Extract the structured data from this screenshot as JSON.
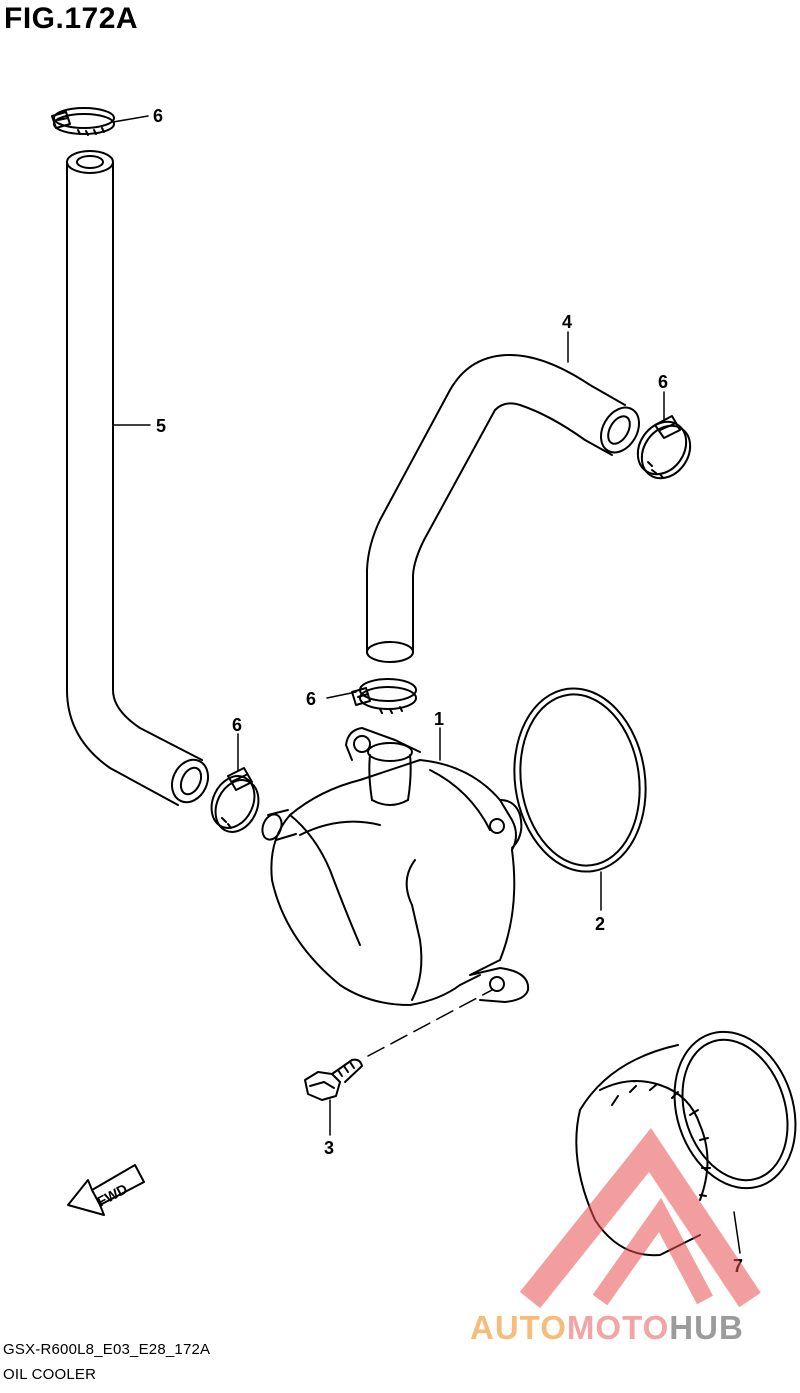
{
  "figure_title": "FIG.172A",
  "footer": {
    "model_code": "GSX-R600L8_E03_E28_172A",
    "section_name": "OIL COOLER"
  },
  "fwd_arrow_label": "FWD",
  "watermark": {
    "part_a": "AUTO",
    "part_b": "MOTO",
    "part_c": "HUB",
    "colors": {
      "auto": "#f6bd7a",
      "moto": "#f3a4a4",
      "hub": "#9b9b9b",
      "triangle": "#e94f4f"
    }
  },
  "callouts": {
    "c1": "1",
    "c2": "2",
    "c3": "3",
    "c4": "4",
    "c5": "5",
    "c6a": "6",
    "c6b": "6",
    "c6c": "6",
    "c6d": "6",
    "c7": "7"
  }
}
